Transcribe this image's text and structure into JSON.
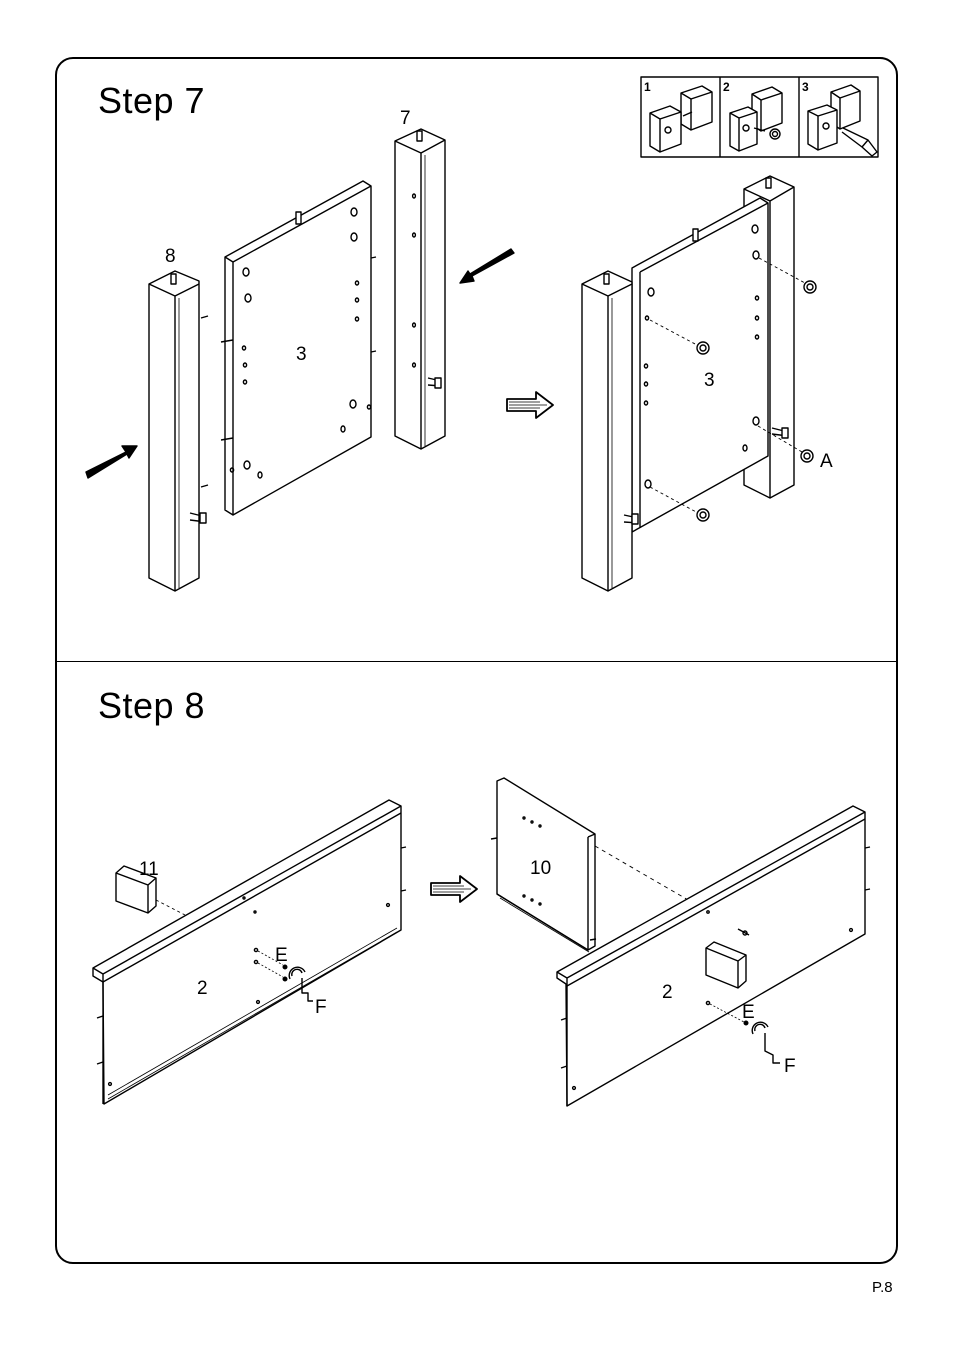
{
  "steps": [
    {
      "title": "Step 7"
    },
    {
      "title": "Step 8"
    }
  ],
  "page_number": "P.8",
  "step7": {
    "inset_numbers": [
      "1",
      "2",
      "3"
    ],
    "labels": {
      "leg_left": "8",
      "leg_right": "7",
      "panel": "3",
      "panel_assembled": "3",
      "hardware": "A"
    }
  },
  "step8": {
    "labels": {
      "block": "11",
      "panel": "2",
      "part_e": "E",
      "part_f": "F",
      "panel_10": "10",
      "panel_assembled": "2",
      "part_e_2": "E",
      "part_f_2": "F"
    }
  }
}
